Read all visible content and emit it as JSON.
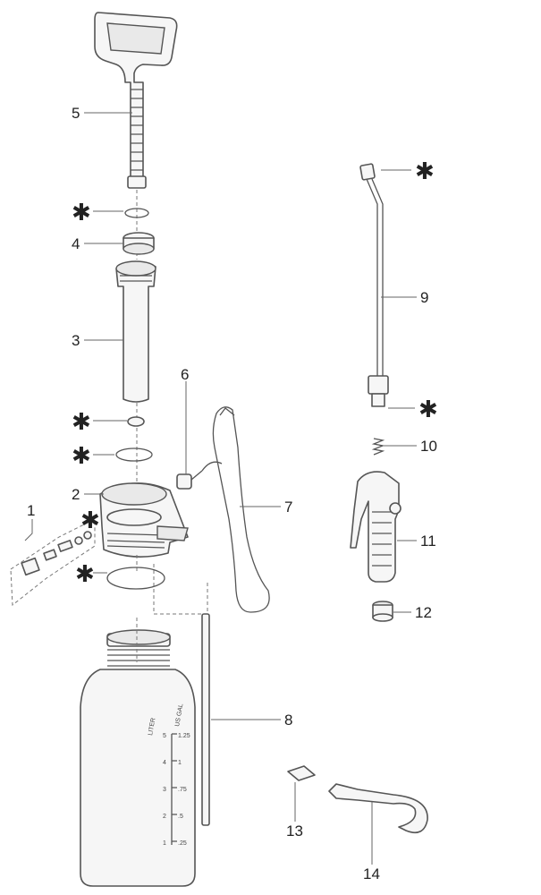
{
  "callouts": [
    {
      "id": "1",
      "label": "1"
    },
    {
      "id": "2",
      "label": "2"
    },
    {
      "id": "3",
      "label": "3"
    },
    {
      "id": "4",
      "label": "4"
    },
    {
      "id": "5",
      "label": "5"
    },
    {
      "id": "6",
      "label": "6"
    },
    {
      "id": "7",
      "label": "7"
    },
    {
      "id": "8",
      "label": "8"
    },
    {
      "id": "9",
      "label": "9"
    },
    {
      "id": "10",
      "label": "10"
    },
    {
      "id": "11",
      "label": "11"
    },
    {
      "id": "12",
      "label": "12"
    },
    {
      "id": "13",
      "label": "13"
    },
    {
      "id": "14",
      "label": "14"
    }
  ],
  "seal_marker": "✱",
  "tank_scale": {
    "header_left": "LITER",
    "header_right": "US GAL",
    "liters": [
      "5",
      "4",
      "3",
      "2",
      "1"
    ],
    "gallons": [
      "1.25",
      "1",
      ".75",
      ".5",
      ".25"
    ]
  }
}
